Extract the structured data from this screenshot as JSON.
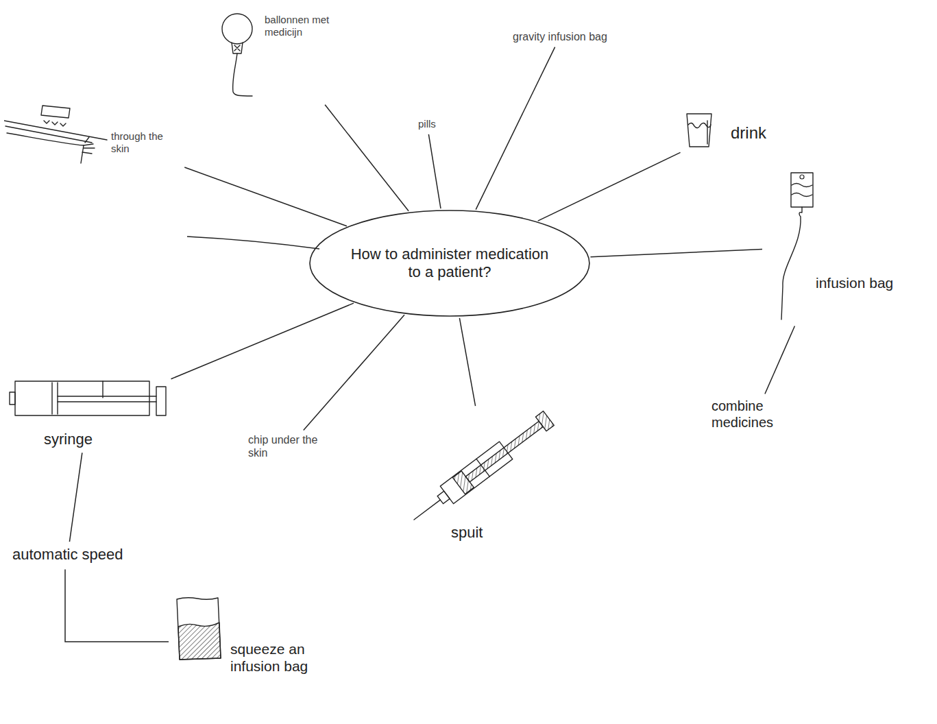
{
  "diagram": {
    "nodes": [
      {
        "text": [
          "How to administer medication to a patient?"
        ]
      },
      {
        "text": [
          "ballonnen met medicijn"
        ]
      },
      {
        "text": [
          "pills"
        ]
      },
      {
        "text": [
          "gravity infusion bag"
        ]
      },
      {
        "text": [
          "drink"
        ]
      },
      {
        "text": [
          "infusion bag"
        ]
      },
      {
        "text": [
          "combine medicines"
        ]
      },
      {
        "text": [
          "through the skin"
        ]
      },
      {
        "text": [
          "syringe"
        ]
      },
      {
        "text": [
          "automatic speed"
        ]
      },
      {
        "text": [
          "squeeze an infusion bag"
        ]
      },
      {
        "text": [
          "chip under the skin"
        ]
      },
      {
        "text": [
          "spuit"
        ]
      }
    ],
    "edges": [
      {
        "from": 0,
        "to": 1,
        "arrow": "none"
      },
      {
        "from": 0,
        "to": 2,
        "arrow": "none"
      },
      {
        "from": 0,
        "to": 3,
        "arrow": "none"
      },
      {
        "from": 0,
        "to": 4,
        "arrow": "none"
      },
      {
        "from": 0,
        "to": 5,
        "arrow": "none"
      },
      {
        "from": 5,
        "to": 6,
        "arrow": "none"
      },
      {
        "from": 0,
        "to": 7,
        "arrow": "none"
      },
      {
        "from": 0,
        "to": 8,
        "arrow": "none"
      },
      {
        "from": 8,
        "to": 9,
        "arrow": "none"
      },
      {
        "from": 9,
        "to": 10,
        "arrow": "none"
      },
      {
        "from": 0,
        "to": 11,
        "arrow": "none"
      },
      {
        "from": 0,
        "to": 12,
        "arrow": "none"
      }
    ]
  }
}
